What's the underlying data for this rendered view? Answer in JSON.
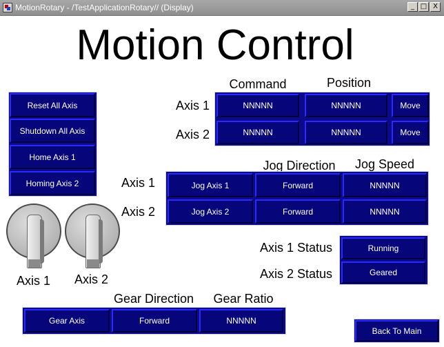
{
  "window": {
    "title": "MotionRotary - /TestApplicationRotary// (Display)",
    "minimize_label": "_",
    "maximize_label": "□",
    "close_label": "X"
  },
  "page_title": "Motion Control",
  "position_panel": {
    "command_header": "Command",
    "position_header": "Position",
    "rows": [
      {
        "axis_label": "Axis 1",
        "command": "NNNNN",
        "position": "NNNNN",
        "move_label": "Move"
      },
      {
        "axis_label": "Axis 2",
        "command": "NNNNN",
        "position": "NNNNN",
        "move_label": "Move"
      }
    ]
  },
  "axis_buttons": [
    "Reset All Axis",
    "Shutdown All Axis",
    "Home Axis 1",
    "Homing Axis 2"
  ],
  "jog_panel": {
    "direction_header": "Jog Direction",
    "speed_header": "Jog Speed",
    "rows": [
      {
        "axis_label": "Axis 1",
        "jog_label": "Jog Axis 1",
        "direction": "Forward",
        "speed": "NNNNN"
      },
      {
        "axis_label": "Axis 2",
        "jog_label": "Jog Axis 2",
        "direction": "Forward",
        "speed": "NNNNN"
      }
    ]
  },
  "switches": [
    {
      "label": "Axis 1"
    },
    {
      "label": "Axis 2"
    }
  ],
  "status_panel": {
    "axis1_label": "Axis 1 Status",
    "axis1_value": "Running",
    "axis2_label": "Axis 2 Status",
    "axis2_value": "Geared"
  },
  "gear_panel": {
    "direction_header": "Gear Direction",
    "ratio_header": "Gear Ratio",
    "gear_label": "Gear Axis",
    "direction": "Forward",
    "ratio": "NNNNN"
  },
  "back_button": "Back To Main",
  "colors": {
    "panel_fill": "#0a0a8a",
    "button_fill": "#06067a",
    "titlebar": "#9a9a9a"
  }
}
